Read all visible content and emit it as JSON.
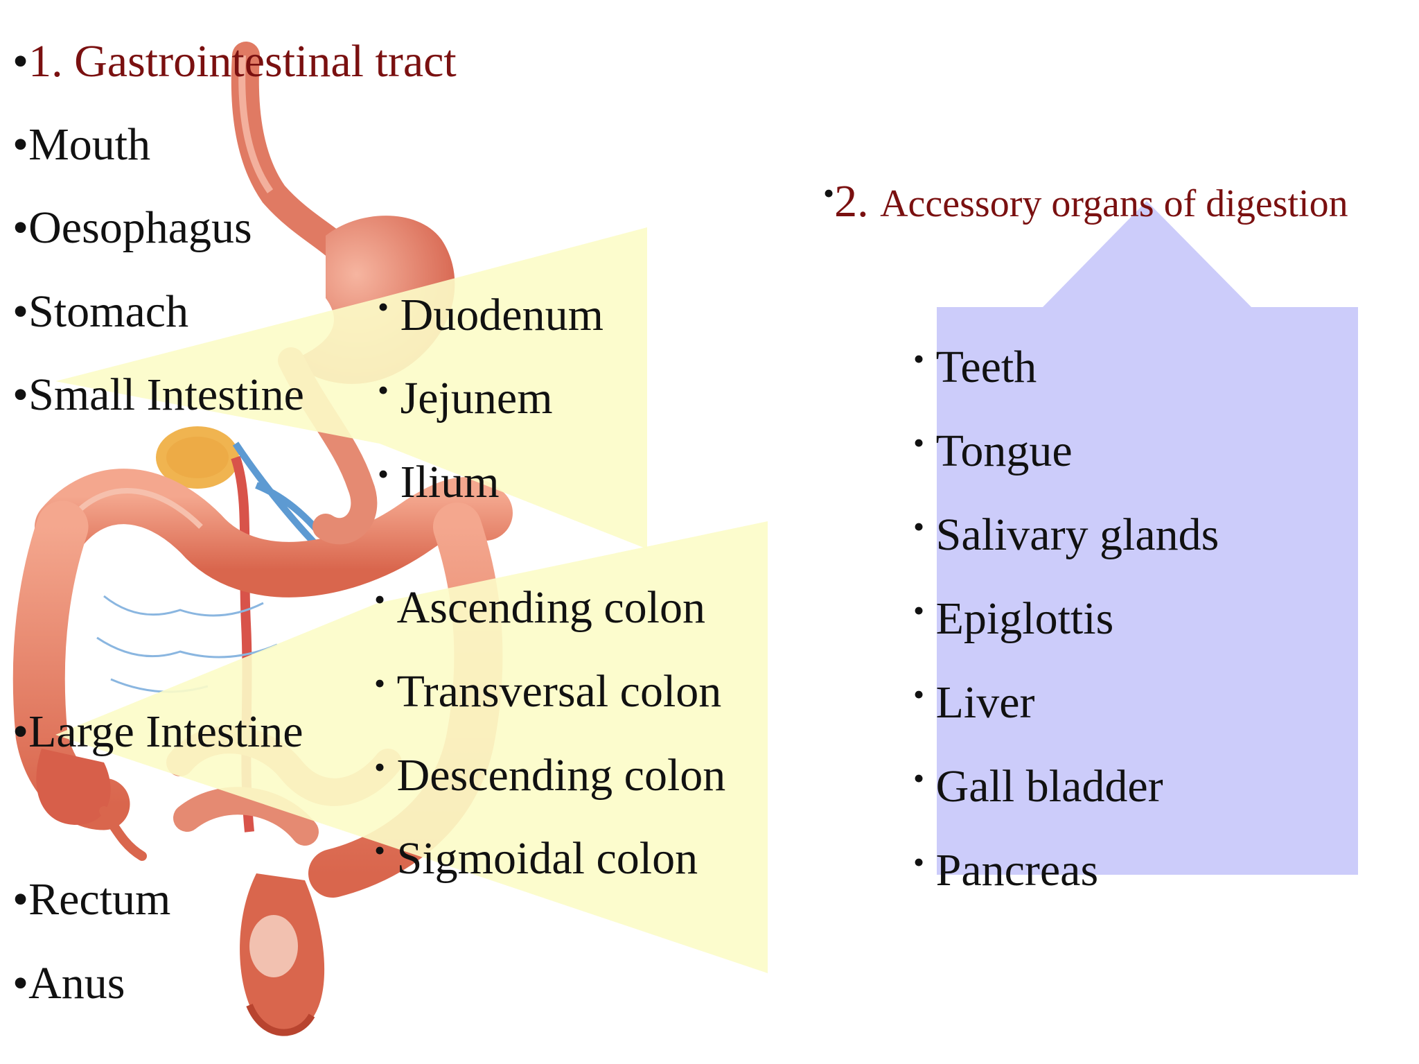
{
  "colors": {
    "heading": "#7a1010",
    "text": "#111111",
    "yellow_callout": "#fcfcc8",
    "lavender_callout": "#ccccfa",
    "gut_main": "#e8836a",
    "gut_dark": "#b8442f",
    "gut_light": "#f4b39b",
    "vessel_blue": "#5d9ad2",
    "vessel_red": "#d8534a",
    "pancreas": "#f0b450"
  },
  "gi_tract": {
    "heading_number": "1.",
    "heading_text": "Gastrointestinal tract",
    "items": {
      "mouth": "Mouth",
      "oesophagus": "Oesophagus",
      "stomach": "Stomach",
      "small_intestine": "Small Intestine",
      "large_intestine": "Large Intestine",
      "rectum": "Rectum",
      "anus": "Anus"
    }
  },
  "small_intestine_parts": [
    "Duodenum",
    "Jejunem",
    "Ilium"
  ],
  "large_intestine_parts": [
    "Ascending colon",
    "Transversal colon",
    "Descending colon",
    "Sigmoidal colon"
  ],
  "accessory": {
    "heading_number": "2.",
    "heading_text": "Accessory organs of digestion",
    "items": [
      "Teeth",
      "Tongue",
      "Salivary glands",
      "Epiglottis",
      "Liver",
      "Gall bladder",
      "Pancreas"
    ]
  },
  "illustration": {
    "icon": "digestive-system-illustration"
  }
}
